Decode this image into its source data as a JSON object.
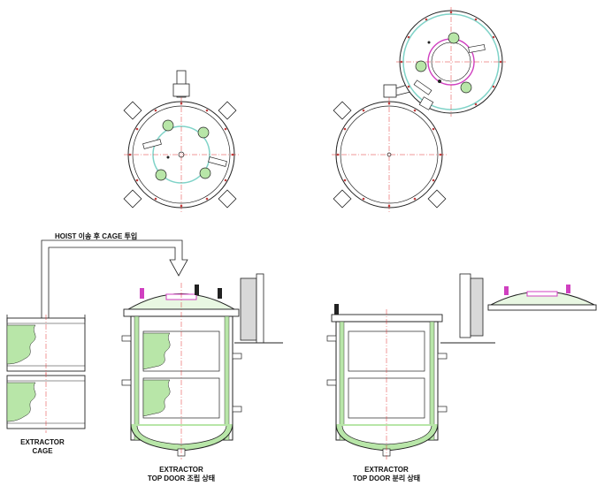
{
  "labels": {
    "hoist_note": "HOIST 이송 후 CAGE 투입",
    "cage_line1": "EXTRACTOR",
    "cage_line2": "CAGE",
    "assembled_line1": "EXTRACTOR",
    "assembled_line2": "TOP DOOR 조립 상태",
    "separated_line1": "EXTRACTOR",
    "separated_line2": "TOP DOOR 분리 상태"
  },
  "colors": {
    "line": "#222222",
    "centerline": "#e03030",
    "hatch_fill": "#b8e6a8",
    "teal_ring": "#7fd3c8",
    "magenta": "#d040c0",
    "grey_fill": "#d8d8d8"
  }
}
